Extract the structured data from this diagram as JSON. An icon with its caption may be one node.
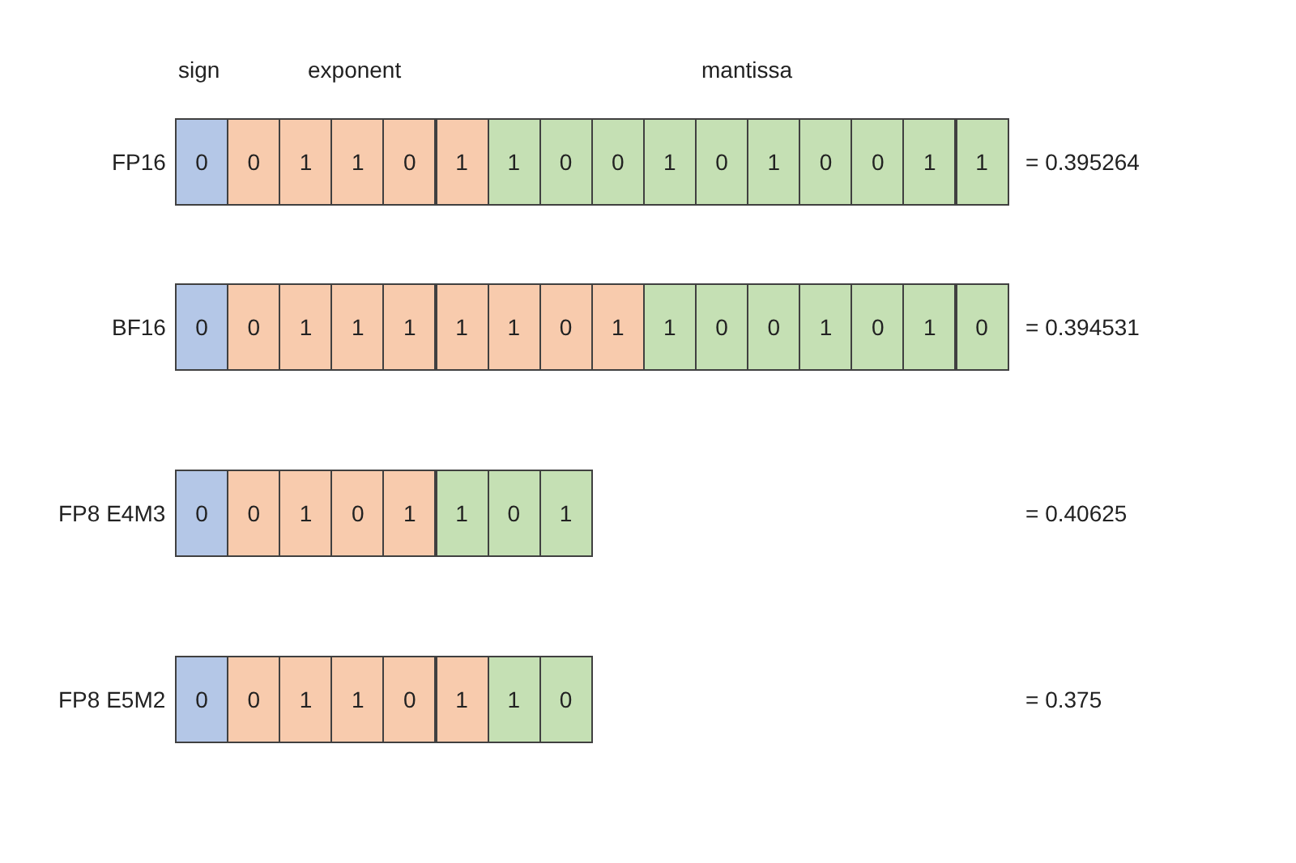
{
  "diagram": {
    "nodes": [
      {
        "text": [
          "0"
        ]
      },
      {
        "text": [
          "0"
        ]
      },
      {
        "text": [
          "1"
        ]
      },
      {
        "text": [
          "1"
        ]
      },
      {
        "text": [
          "0"
        ]
      },
      {
        "text": [
          "1"
        ]
      },
      {
        "text": [
          "1"
        ]
      },
      {
        "text": [
          "0"
        ]
      },
      {
        "text": [
          "0"
        ]
      },
      {
        "text": [
          "1"
        ]
      },
      {
        "text": [
          "0"
        ]
      },
      {
        "text": [
          "1"
        ]
      },
      {
        "text": [
          "0"
        ]
      },
      {
        "text": [
          "0"
        ]
      },
      {
        "text": [
          "1"
        ]
      },
      {
        "text": [
          "1"
        ]
      },
      {
        "text": [
          "0"
        ]
      },
      {
        "text": [
          "0"
        ]
      },
      {
        "text": [
          "1"
        ]
      },
      {
        "text": [
          "1"
        ]
      },
      {
        "text": [
          "1"
        ]
      },
      {
        "text": [
          "1"
        ]
      },
      {
        "text": [
          "1"
        ]
      },
      {
        "text": [
          "0"
        ]
      },
      {
        "text": [
          "1"
        ]
      },
      {
        "text": [
          "1"
        ]
      },
      {
        "text": [
          "0"
        ]
      },
      {
        "text": [
          "0"
        ]
      },
      {
        "text": [
          "1"
        ]
      },
      {
        "text": [
          "0"
        ]
      },
      {
        "text": [
          "1"
        ]
      },
      {
        "text": [
          "0"
        ]
      },
      {
        "text": [
          "0"
        ]
      },
      {
        "text": [
          "0"
        ]
      },
      {
        "text": [
          "1"
        ]
      },
      {
        "text": [
          "0"
        ]
      },
      {
        "text": [
          "1"
        ]
      },
      {
        "text": [
          "1"
        ]
      },
      {
        "text": [
          "0"
        ]
      },
      {
        "text": [
          "1"
        ]
      },
      {
        "text": [
          "0"
        ]
      },
      {
        "text": [
          "0"
        ]
      },
      {
        "text": [
          "1"
        ]
      },
      {
        "text": [
          "1"
        ]
      },
      {
        "text": [
          "0"
        ]
      },
      {
        "text": [
          "1"
        ]
      },
      {
        "text": [
          "1"
        ]
      },
      {
        "text": [
          "0"
        ]
      }
    ],
    "labels": [
      "sign",
      "exponent",
      "mantissa",
      "FP16",
      "= 0.395264",
      "BF16",
      "= 0.394531",
      "FP8 E4M3",
      "= 0.40625",
      "FP8 E5M2",
      "= 0.375"
    ]
  }
}
